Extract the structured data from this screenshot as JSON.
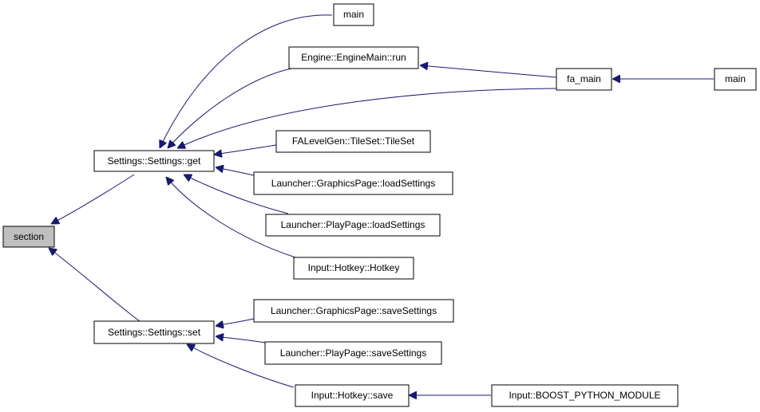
{
  "style": {
    "edge_color": "#191970",
    "root_fill": "#bfbfbf",
    "node_fill": "#ffffff",
    "node_stroke": "#000000"
  },
  "nodes": {
    "section": "section",
    "settings_get": "Settings::Settings::get",
    "settings_set": "Settings::Settings::set",
    "main_top": "main",
    "engine_run": "Engine::EngineMain::run",
    "fa_main": "fa_main",
    "main_right": "main",
    "tileset": "FALevelGen::TileSet::TileSet",
    "gfx_load": "Launcher::GraphicsPage::loadSettings",
    "play_load": "Launcher::PlayPage::loadSettings",
    "hotkey_ctor": "Input::Hotkey::Hotkey",
    "gfx_save": "Launcher::GraphicsPage::saveSettings",
    "play_save": "Launcher::PlayPage::saveSettings",
    "hotkey_save": "Input::Hotkey::save",
    "boost_module": "Input::BOOST_PYTHON_MODULE"
  }
}
